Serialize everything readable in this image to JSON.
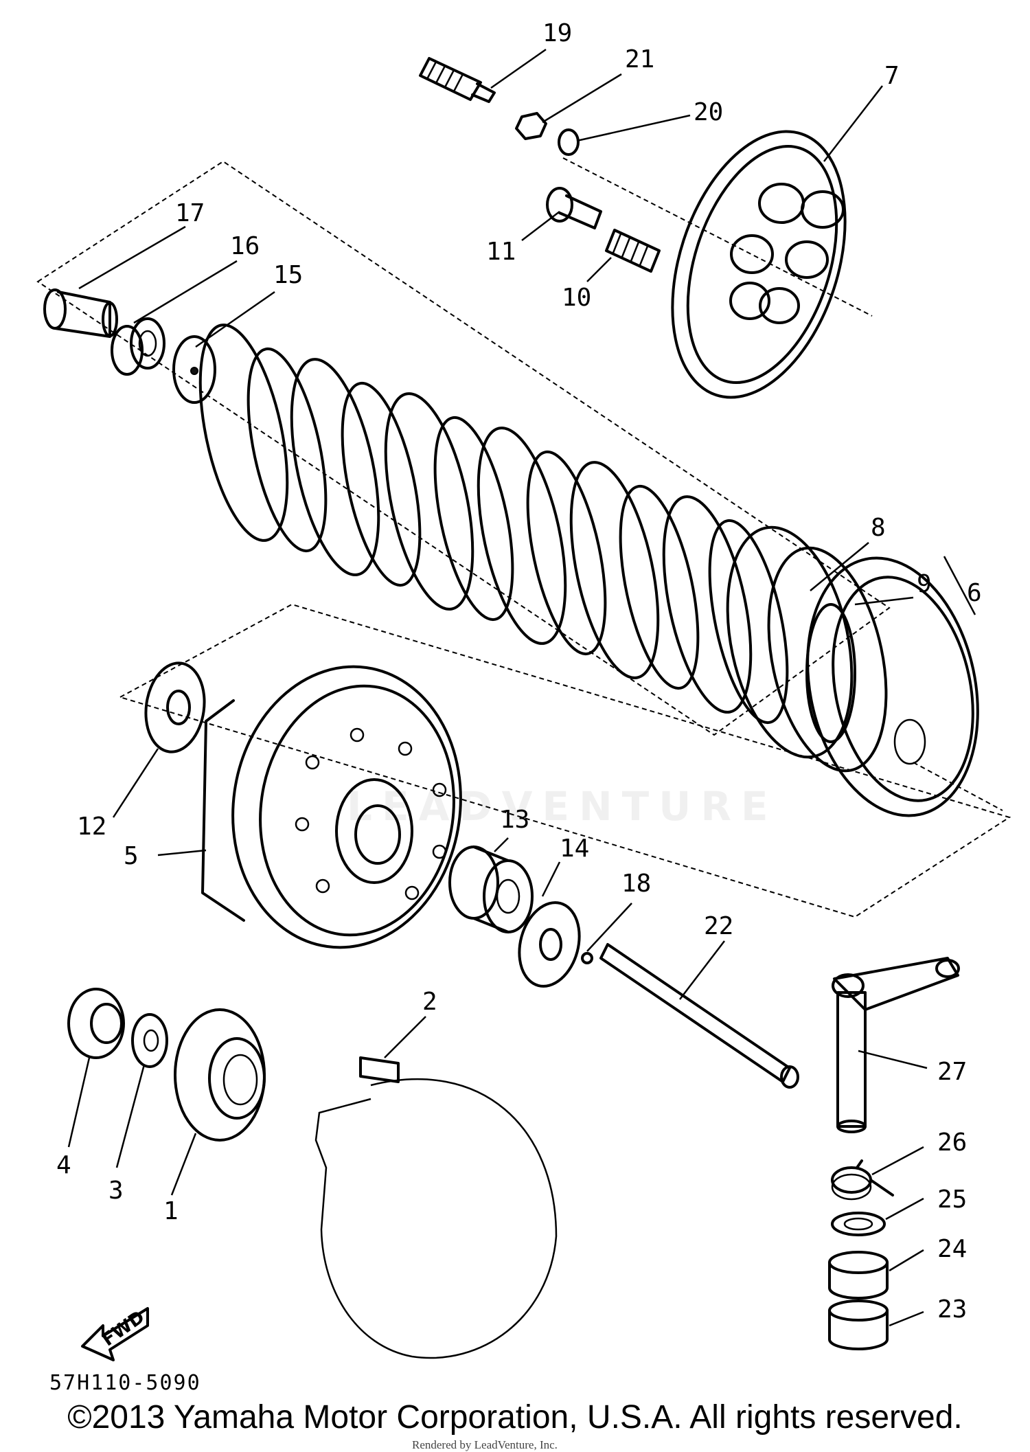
{
  "diagram_code": "57H110-5090",
  "copyright": "©2013 Yamaha Motor Corporation, U.S.A. All rights reserved.",
  "credit": "Rendered by LeadVenture, Inc.",
  "watermark": "LEADVENTURE",
  "fwd_label": "FWD",
  "callouts": [
    "1",
    "2",
    "3",
    "4",
    "5",
    "6",
    "7",
    "8",
    "9",
    "10",
    "11",
    "12",
    "13",
    "14",
    "15",
    "16",
    "17",
    "18",
    "19",
    "20",
    "21",
    "22",
    "23",
    "24",
    "25",
    "26",
    "27"
  ]
}
